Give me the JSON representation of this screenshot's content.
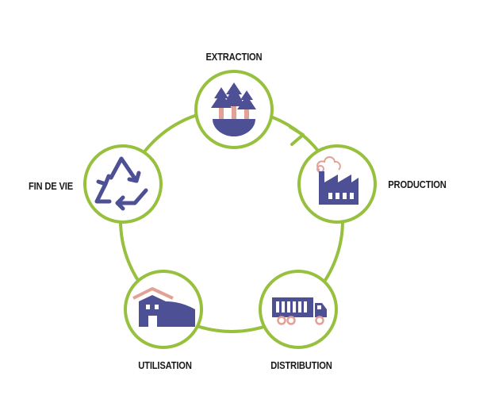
{
  "colors": {
    "ring": "#96c03d",
    "icon": "#4e5096",
    "accent": "#e3a196",
    "background": "#ffffff"
  },
  "stages": [
    {
      "id": "extraction",
      "label": "EXTRACTION",
      "icon": "forest-icon"
    },
    {
      "id": "production",
      "label": "PRODUCTION",
      "icon": "factory-icon"
    },
    {
      "id": "distribution",
      "label": "DISTRIBUTION",
      "icon": "truck-icon"
    },
    {
      "id": "utilisation",
      "label": "UTILISATION",
      "icon": "warehouse-icon"
    },
    {
      "id": "fin",
      "label": "FIN DE VIE",
      "icon": "recycle-icon"
    }
  ]
}
